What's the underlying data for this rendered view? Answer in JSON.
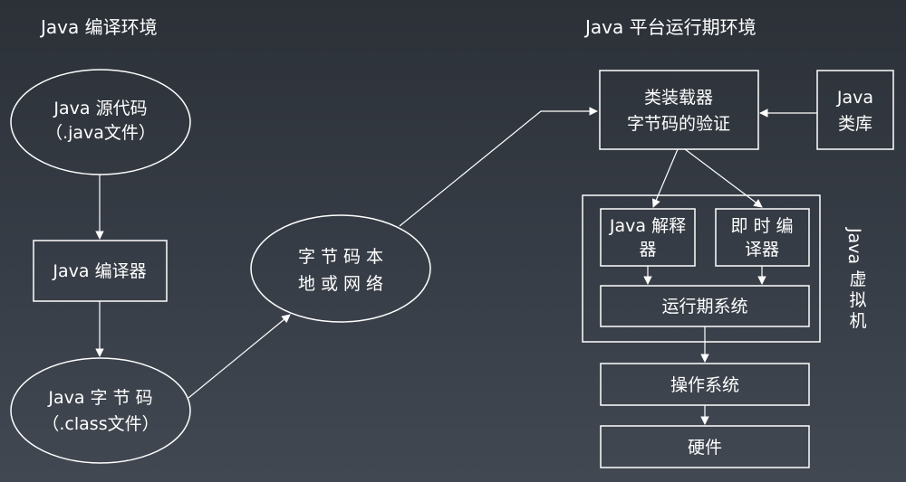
{
  "headings": {
    "compile_env": "Java 编译环境",
    "runtime_env": "Java 平台运行期环境"
  },
  "nodes": {
    "java_source": [
      "Java 源代码",
      "（.java文件）"
    ],
    "java_compiler": [
      "Java 编译器"
    ],
    "java_bytecode": [
      "Java 字 节 码",
      "（.class文件）"
    ],
    "local_or_network": [
      "字 节 码 本",
      "地 或 网 络"
    ],
    "class_loader": [
      "类装载器",
      "字节码的验证"
    ],
    "java_class_library": [
      "Java",
      "类库"
    ],
    "java_interpreter": [
      "Java 解释",
      "器"
    ],
    "jit_compiler": [
      "即 时 编",
      "译器"
    ],
    "runtime_system": [
      "运行期系统"
    ],
    "operating_system": [
      "操作系统"
    ],
    "hardware": [
      "硬件"
    ]
  },
  "jvm_label": [
    "Java",
    "虚",
    "拟",
    "机"
  ],
  "colors": {
    "background_top": "#2c3138",
    "background_bottom": "#424852",
    "foreground": "#ffffff"
  }
}
